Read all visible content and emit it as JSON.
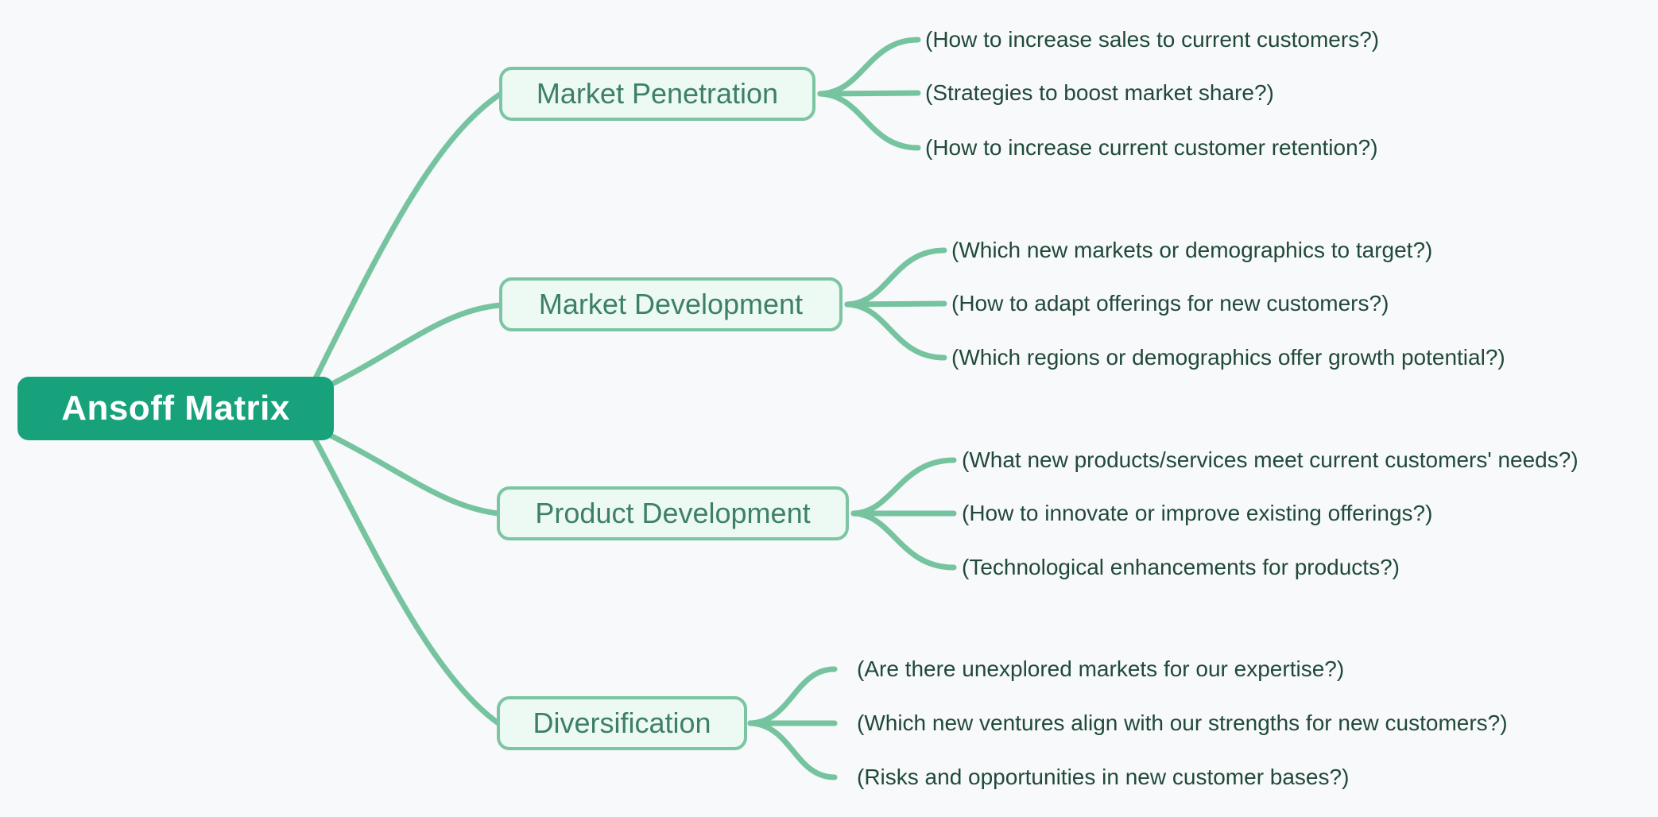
{
  "diagram": {
    "root": {
      "label": "Ansoff Matrix"
    },
    "branches": [
      {
        "label": "Market Penetration",
        "leaves": [
          "(How to increase sales to current customers?)",
          "(Strategies to boost market share?)",
          "(How to increase current customer retention?)"
        ]
      },
      {
        "label": "Market Development",
        "leaves": [
          "(Which new markets or demographics to target?)",
          "(How to adapt offerings for new customers?)",
          "(Which regions or demographics offer growth potential?)"
        ]
      },
      {
        "label": "Product Development",
        "leaves": [
          "(What new products/services meet current customers' needs?)",
          "(How to innovate or improve existing offerings?)",
          "(Technological enhancements for products?)"
        ]
      },
      {
        "label": "Diversification",
        "leaves": [
          "(Are there unexplored markets for our expertise?)",
          "(Which new ventures align with our strengths for new customers?)",
          "(Risks and opportunities in new customer bases?)"
        ]
      }
    ],
    "colors": {
      "background": "#f8f9fa",
      "connector": "#76c49f",
      "root_fill": "#17a27c",
      "root_text": "#ffffff",
      "branch_fill": "#edf9f3",
      "branch_border": "#7cc5a2",
      "branch_text": "#3d8068",
      "leaf_text": "#20493a"
    }
  }
}
